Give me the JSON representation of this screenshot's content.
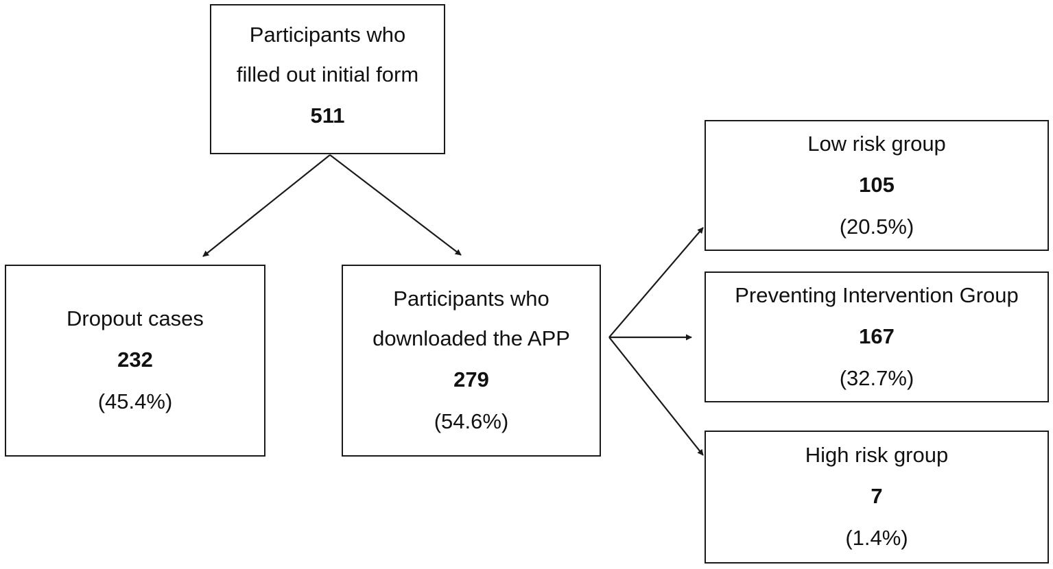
{
  "nodes": {
    "initial": {
      "label_line1": "Participants who",
      "label_line2": "filled out initial form",
      "count": "511"
    },
    "dropout": {
      "label_line1": "Dropout cases",
      "count": "232",
      "percent": "(45.4%)"
    },
    "downloaded": {
      "label_line1": "Participants who",
      "label_line2": "downloaded the APP",
      "count": "279",
      "percent": "(54.6%)"
    },
    "low_risk": {
      "label_line1": "Low risk group",
      "count": "105",
      "percent": "(20.5%)"
    },
    "preventing": {
      "label_line1": "Preventing Intervention Group",
      "count": "167",
      "percent": "(32.7%)"
    },
    "high_risk": {
      "label_line1": "High risk group",
      "count": "7",
      "percent": "(1.4%)"
    }
  },
  "edges": [
    {
      "from": "initial",
      "to": "dropout"
    },
    {
      "from": "initial",
      "to": "downloaded"
    },
    {
      "from": "downloaded",
      "to": "low_risk"
    },
    {
      "from": "downloaded",
      "to": "preventing"
    },
    {
      "from": "downloaded",
      "to": "high_risk"
    }
  ],
  "colors": {
    "stroke": "#1a1a1a",
    "text": "#111111",
    "background": "#ffffff"
  }
}
